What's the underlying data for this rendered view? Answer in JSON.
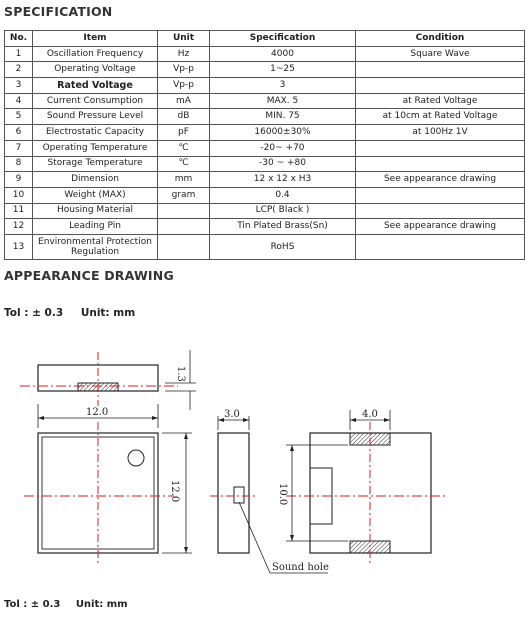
{
  "spec_title": "SPECIFICATION",
  "headers": [
    "No.",
    "Item",
    "Unit",
    "Specification",
    "Condition"
  ],
  "rows": [
    {
      "no": "1",
      "item": "Oscillation Frequency",
      "unit": "Hz",
      "spec": "4000",
      "cond": "Square Wave"
    },
    {
      "no": "2",
      "item": "Operating Voltage",
      "unit": "Vp-p",
      "spec": "1~25",
      "cond": ""
    },
    {
      "no": "3",
      "item": "Rated Voltage",
      "unit": "Vp-p",
      "spec": "3",
      "cond": ""
    },
    {
      "no": "4",
      "item": "Current Consumption",
      "unit": "mA",
      "spec": "MAX. 5",
      "cond": "at Rated Voltage"
    },
    {
      "no": "5",
      "item": "Sound Pressure Level",
      "unit": "dB",
      "spec": "MIN. 75",
      "cond": "at 10cm at Rated Voltage"
    },
    {
      "no": "6",
      "item": "Electrostatic Capacity",
      "unit": "pF",
      "spec": "16000±30%",
      "cond": "at 100Hz 1V"
    },
    {
      "no": "7",
      "item": "Operating Temperature",
      "unit": "℃",
      "spec": "-20~ +70",
      "cond": ""
    },
    {
      "no": "8",
      "item": "Storage Temperature",
      "unit": "℃",
      "spec": "-30 ~ +80",
      "cond": ""
    },
    {
      "no": "9",
      "item": "Dimension",
      "unit": "mm",
      "spec": "12 x 12 x H3",
      "cond": "See appearance drawing"
    },
    {
      "no": "10",
      "item": "Weight (MAX)",
      "unit": "gram",
      "spec": "0.4",
      "cond": ""
    },
    {
      "no": "11",
      "item": "Housing Material",
      "unit": "",
      "spec": "LCP( Black )",
      "cond": ""
    },
    {
      "no": "12",
      "item": "Leading Pin",
      "unit": "",
      "spec": "Tin Plated Brass(Sn)",
      "cond": "See appearance drawing"
    },
    {
      "no": "13",
      "item": "Environmental Protection Regulation",
      "unit": "",
      "spec": "RoHS",
      "cond": ""
    }
  ],
  "appearance_title": "APPEARANCE DRAWING",
  "tolerance_top": {
    "tol": "Tol : ± 0.3",
    "unit": "Unit: mm"
  },
  "tolerance_bottom": {
    "tol": "Tol : ± 0.3",
    "unit": "Unit: mm"
  },
  "drawing": {
    "dim_height": "1.3",
    "dim_width_top": "12.0",
    "dim_height_front": "12.0",
    "dim_side_width": "3.0",
    "dim_pin_width": "4.0",
    "dim_rear_height": "10.0",
    "sound_hole_label": "Sound hole"
  }
}
